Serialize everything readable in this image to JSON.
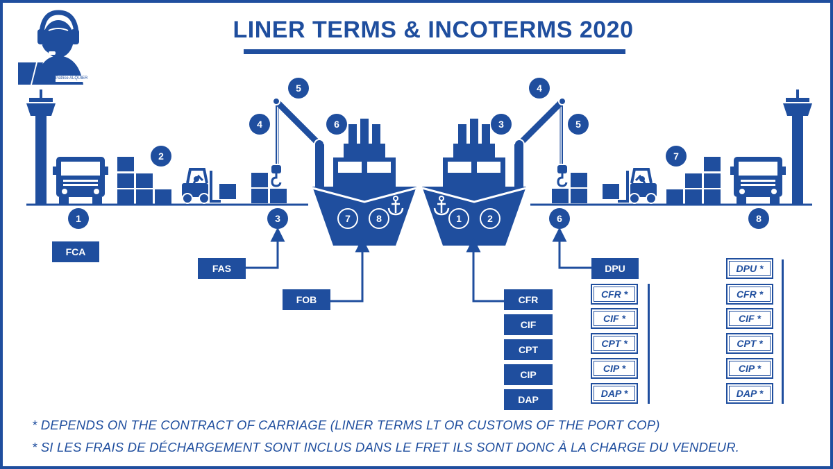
{
  "title": "LINER TERMS & INCOTERMS 2020",
  "avatar_name": "Patrice ALQUIER",
  "colors": {
    "primary": "#1f4e9e",
    "background": "#ffffff"
  },
  "icons": {
    "avatar": "headset-operator-icon",
    "tower": "control-tower-icon",
    "truck": "truck-icon",
    "boxes": "cargo-boxes-icon",
    "forklift": "forklift-icon",
    "crane": "crane-icon",
    "ship": "cargo-ship-icon",
    "anchor": "anchor-icon"
  },
  "steps_left": [
    "1",
    "2",
    "3",
    "4",
    "5",
    "6",
    "7",
    "8"
  ],
  "steps_right": [
    "1",
    "2",
    "3",
    "4",
    "5",
    "6",
    "7",
    "8"
  ],
  "terms_left": {
    "fca": "FCA",
    "fas": "FAS",
    "fob": "FOB"
  },
  "terms_right": [
    "CFR",
    "CIF",
    "CPT",
    "CIP",
    "DAP"
  ],
  "term_dpu": "DPU",
  "terms_star_mid": [
    "CFR *",
    "CIF *",
    "CPT *",
    "CIP *",
    "DAP *"
  ],
  "terms_star_right": [
    "DPU *",
    "CFR *",
    "CIF *",
    "CPT *",
    "CIP *",
    "DAP *"
  ],
  "notes": [
    "* DEPENDS ON THE CONTRACT OF CARRIAGE (LINER TERMS LT OR CUSTOMS OF THE PORT COP)",
    "* SI LES FRAIS DE DÉCHARGEMENT SONT INCLUS DANS LE FRET ILS SONT DONC À LA CHARGE DU VENDEUR."
  ]
}
